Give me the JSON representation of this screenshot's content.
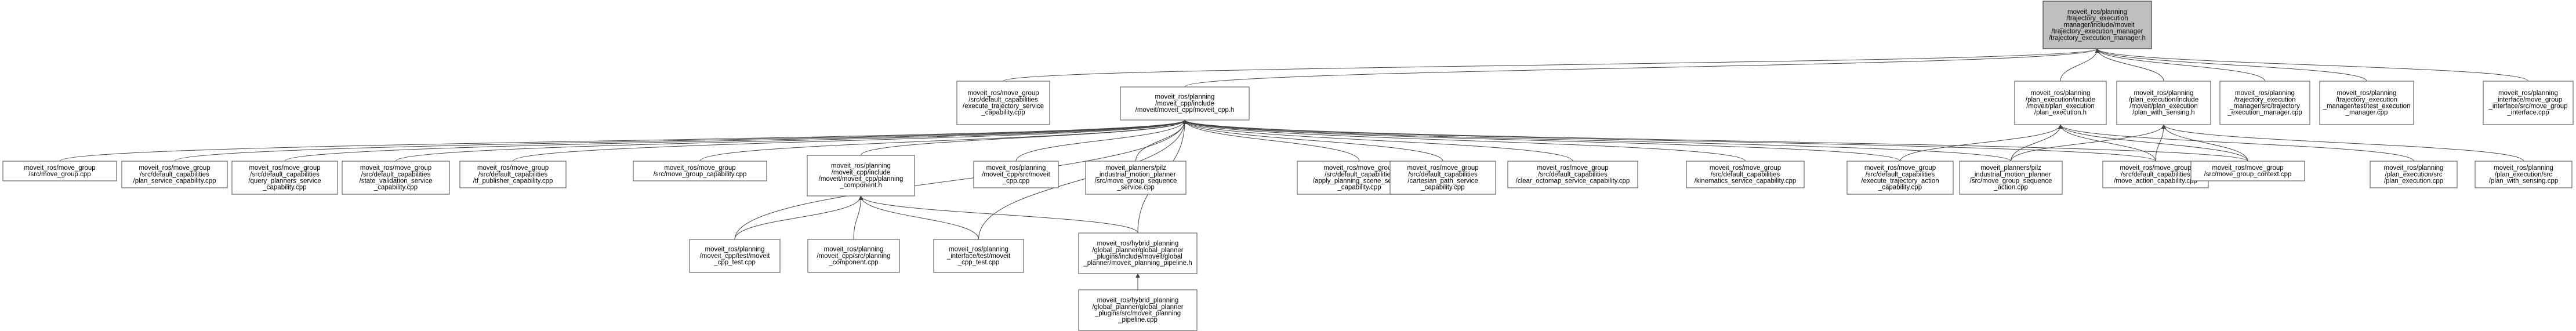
{
  "diagram": {
    "nodes": [
      {
        "id": "root",
        "lines": [
          "moveit_ros/planning",
          "/trajectory_execution",
          "_manager/include/moveit",
          "/trajectory_execution_manager",
          "/trajectory_execution_manager.h"
        ]
      },
      {
        "id": "exec_traj_srv",
        "lines": [
          "moveit_ros/move_group",
          "/src/default_capabilities",
          "/execute_trajectory_service",
          "_capability.cpp"
        ]
      },
      {
        "id": "moveit_cpp_h",
        "lines": [
          "moveit_ros/planning",
          "/moveit_cpp/include",
          "/moveit/moveit_cpp/moveit_cpp.h"
        ]
      },
      {
        "id": "plan_execution_h",
        "lines": [
          "moveit_ros/planning",
          "/plan_execution/include",
          "/moveit/plan_execution",
          "/plan_execution.h"
        ]
      },
      {
        "id": "plan_with_sensing_h",
        "lines": [
          "moveit_ros/planning",
          "/plan_execution/include",
          "/moveit/plan_execution",
          "/plan_with_sensing.h"
        ]
      },
      {
        "id": "tem_cpp",
        "lines": [
          "moveit_ros/planning",
          "/trajectory_execution",
          "_manager/src/trajectory",
          "_execution_manager.cpp"
        ]
      },
      {
        "id": "tem_test",
        "lines": [
          "moveit_ros/planning",
          "/trajectory_execution",
          "_manager/test/test_execution",
          "_manager.cpp"
        ]
      },
      {
        "id": "mgi_cpp",
        "lines": [
          "moveit_ros/planning",
          "_interface/move_group",
          "_interface/src/move_group",
          "_interface.cpp"
        ]
      },
      {
        "id": "move_group_cpp",
        "lines": [
          "moveit_ros/move_group",
          "/src/move_group.cpp"
        ]
      },
      {
        "id": "plan_service_cap",
        "lines": [
          "moveit_ros/move_group",
          "/src/default_capabilities",
          "/plan_service_capability.cpp"
        ]
      },
      {
        "id": "query_planners",
        "lines": [
          "moveit_ros/move_group",
          "/src/default_capabilities",
          "/query_planners_service",
          "_capability.cpp"
        ]
      },
      {
        "id": "state_validation",
        "lines": [
          "moveit_ros/move_group",
          "/src/default_capabilities",
          "/state_validation_service",
          "_capability.cpp"
        ]
      },
      {
        "id": "tf_publisher",
        "lines": [
          "moveit_ros/move_group",
          "/src/default_capabilities",
          "/tf_publisher_capability.cpp"
        ]
      },
      {
        "id": "mg_capability",
        "lines": [
          "moveit_ros/move_group",
          "/src/move_group_capability.cpp"
        ]
      },
      {
        "id": "planning_component_h",
        "lines": [
          "moveit_ros/planning",
          "/moveit_cpp/include",
          "/moveit/moveit_cpp/planning",
          "_component.h"
        ]
      },
      {
        "id": "moveit_cpp_cpp",
        "lines": [
          "moveit_ros/planning",
          "/moveit_cpp/src/moveit",
          "_cpp.cpp"
        ]
      },
      {
        "id": "pilz_seq_srv",
        "lines": [
          "moveit_planners/pilz",
          "_industrial_motion_planner",
          "/src/move_group_sequence",
          "_service.cpp"
        ]
      },
      {
        "id": "apply_scene",
        "lines": [
          "moveit_ros/move_group",
          "/src/default_capabilities",
          "/apply_planning_scene_service",
          "_capability.cpp"
        ]
      },
      {
        "id": "cartesian",
        "lines": [
          "moveit_ros/move_group",
          "/src/default_capabilities",
          "/cartesian_path_service",
          "_capability.cpp"
        ]
      },
      {
        "id": "clear_octomap",
        "lines": [
          "moveit_ros/move_group",
          "/src/default_capabilities",
          "/clear_octomap_service_capability.cpp"
        ]
      },
      {
        "id": "kinematics",
        "lines": [
          "moveit_ros/move_group",
          "/src/default_capabilities",
          "/kinematics_service_capability.cpp"
        ]
      },
      {
        "id": "exec_traj_action",
        "lines": [
          "moveit_ros/move_group",
          "/src/default_capabilities",
          "/execute_trajectory_action",
          "_capability.cpp"
        ]
      },
      {
        "id": "pilz_seq_action",
        "lines": [
          "moveit_planners/pilz",
          "_industrial_motion_planner",
          "/src/move_group_sequence",
          "_action.cpp"
        ]
      },
      {
        "id": "move_action",
        "lines": [
          "moveit_ros/move_group",
          "/src/default_capabilities",
          "/move_action_capability.cpp"
        ]
      },
      {
        "id": "mg_context",
        "lines": [
          "moveit_ros/move_group",
          "/src/move_group_context.cpp"
        ]
      },
      {
        "id": "plan_execution_cpp",
        "lines": [
          "moveit_ros/planning",
          "/plan_execution/src",
          "/plan_execution.cpp"
        ]
      },
      {
        "id": "plan_with_sensing_cpp",
        "lines": [
          "moveit_ros/planning",
          "/plan_execution/src",
          "/plan_with_sensing.cpp"
        ]
      },
      {
        "id": "moveit_cpp_test",
        "lines": [
          "moveit_ros/planning",
          "/moveit_cpp/test/moveit",
          "_cpp_test.cpp"
        ]
      },
      {
        "id": "planning_component_cpp",
        "lines": [
          "moveit_ros/planning",
          "/moveit_cpp/src/planning",
          "_component.cpp"
        ]
      },
      {
        "id": "mpi_moveit_cpp_test",
        "lines": [
          "moveit_ros/planning",
          "_interface/test/moveit",
          "_cpp_test.cpp"
        ]
      },
      {
        "id": "hp_pipeline_h",
        "lines": [
          "moveit_ros/hybrid_planning",
          "/global_planner/global_planner",
          "_plugins/include/moveit/global",
          "_planner/moveit_planning_pipeline.h"
        ]
      },
      {
        "id": "hp_pipeline_cpp",
        "lines": [
          "moveit_ros/hybrid_planning",
          "/global_planner/global_planner",
          "_plugins/src/moveit_planning",
          "_pipeline.cpp"
        ]
      }
    ]
  }
}
